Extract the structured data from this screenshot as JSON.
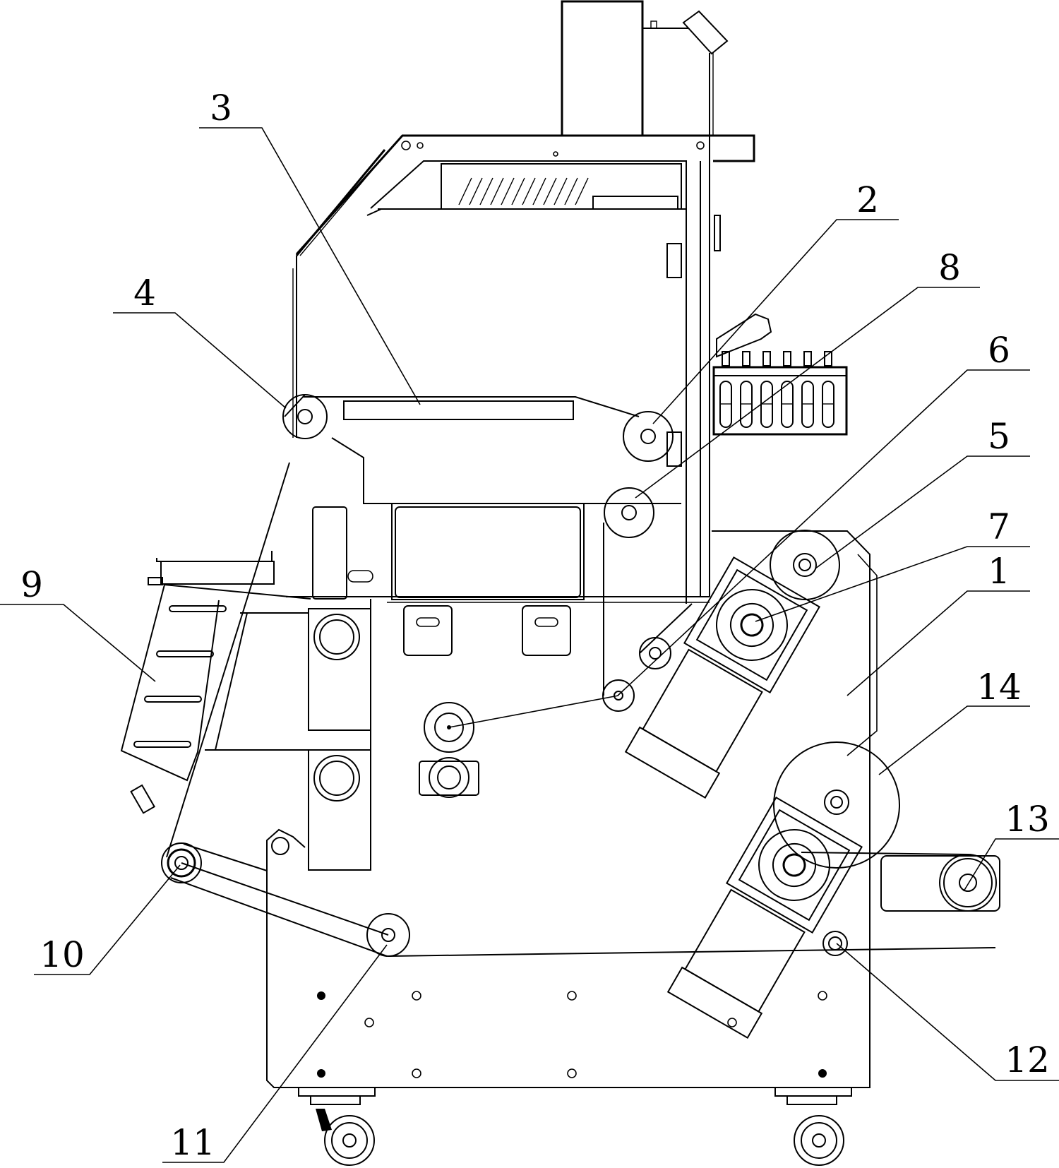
{
  "figure": {
    "type": "patent line drawing",
    "subject": "machine side elevation with numbered reference parts",
    "line_color": "#000000",
    "background_color": "#ffffff"
  },
  "callouts": [
    {
      "id": "1",
      "label": "1"
    },
    {
      "id": "2",
      "label": "2"
    },
    {
      "id": "3",
      "label": "3"
    },
    {
      "id": "4",
      "label": "4"
    },
    {
      "id": "5",
      "label": "5"
    },
    {
      "id": "6",
      "label": "6"
    },
    {
      "id": "7",
      "label": "7"
    },
    {
      "id": "8",
      "label": "8"
    },
    {
      "id": "9",
      "label": "9"
    },
    {
      "id": "10",
      "label": "10"
    },
    {
      "id": "11",
      "label": "11"
    },
    {
      "id": "12",
      "label": "12"
    },
    {
      "id": "13",
      "label": "13"
    },
    {
      "id": "14",
      "label": "14"
    }
  ]
}
